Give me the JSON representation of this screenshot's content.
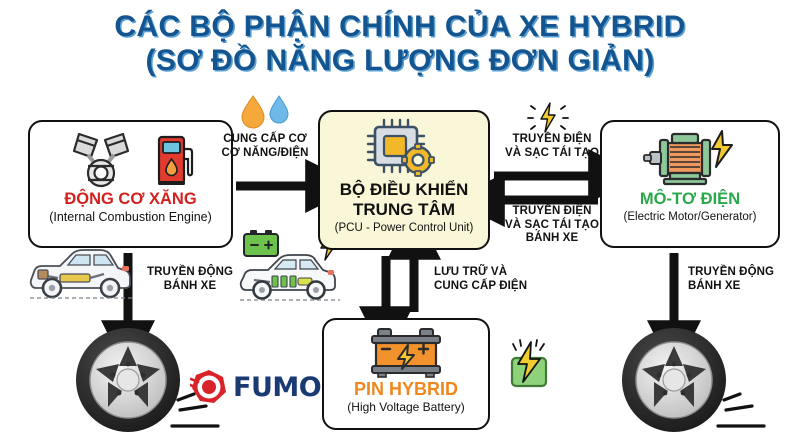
{
  "title": {
    "line1": "CÁC BỘ PHẬN CHÍNH CỦA XE HYBRID",
    "line2": "(SƠ ĐỒ NĂNG LƯỢNG ĐƠN GIẢN)",
    "color": "#14558F",
    "shadow_color": "#5A9FD4"
  },
  "boxes": {
    "ice": {
      "title": "ĐỘNG CƠ XĂNG",
      "subtitle": "(Internal Combustion Engine)",
      "title_color": "#D3211F",
      "icons": [
        "piston-engine-icon",
        "fuel-pump-icon"
      ]
    },
    "pcu": {
      "title": "BỘ ĐIỀU KHIỂN\nTRUNG TÂM",
      "subtitle": "(PCU - Power Control Unit)",
      "title_color": "#111111",
      "background": "#FAF6D8",
      "icons": [
        "microchip-icon",
        "gear-icon"
      ]
    },
    "motor": {
      "title": "MÔ-TƠ ĐIỆN",
      "subtitle": "(Electric Motor/Generator)",
      "title_color": "#2BA84A",
      "icons": [
        "electric-motor-icon",
        "lightning-bolt-icon"
      ]
    },
    "battery": {
      "title": "PIN HYBRID",
      "subtitle": "(High Voltage Battery)",
      "title_color": "#F0871E",
      "icons": [
        "car-battery-icon"
      ]
    }
  },
  "arrow_labels": {
    "supply": "CUNG CẤP CƠ\nCƠ NĂNG/ĐIỆN",
    "right_top": "TRUYỀN ĐIỆN\nVÀ SẠC TÁI TẠO",
    "right_bottom": "TRUYỀN ĐIỆN\nVÀ SẠC TÁI TẠO\nBÁNH XE",
    "wheel_left": "TRUYỀN ĐỘNG\nBÁNH XE",
    "store": "LƯU TRỮ VÀ\nCUNG CẤP ĐIỆN",
    "wheel_right": "TRUYỀN ĐỘNG\nBÁNH XE"
  },
  "decor_icons": {
    "oil_drop": "oil-drop-icon",
    "water_drop": "water-drop-icon",
    "spark_bolt": "spark-lightning-icon",
    "hybrid_car": "hybrid-car-icon",
    "ev_car": "electric-car-icon",
    "green_battery": "green-battery-bolt-icon",
    "wheel_left": "car-wheel-icon",
    "wheel_right": "car-wheel-icon"
  },
  "logo": {
    "text": "FUMO",
    "mark": "fumo-ring-mark-icon",
    "text_color": "#1A3A73",
    "mark_color": "#D8232A"
  },
  "palette": {
    "arrow_black": "#111111",
    "box_border": "#111111",
    "page_background": "#FFFFFF"
  }
}
